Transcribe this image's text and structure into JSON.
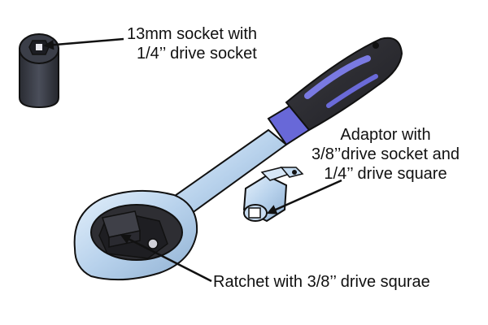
{
  "labels": {
    "socket": {
      "line1": "13mm socket with",
      "line2": "1/4’’ drive socket"
    },
    "adaptor": {
      "line1": "Adaptor with",
      "line2": "3/8’’drive socket and",
      "line3": "1/4’’ drive square"
    },
    "ratchet": {
      "line1": "Ratchet with 3/8’’ drive squrae"
    }
  },
  "colors": {
    "socket": "#3b3e48",
    "chrome": "#b8d2ec",
    "handle_grip": "#2e2e33",
    "handle_accent": "#6868d8",
    "arrow": "#111111"
  }
}
